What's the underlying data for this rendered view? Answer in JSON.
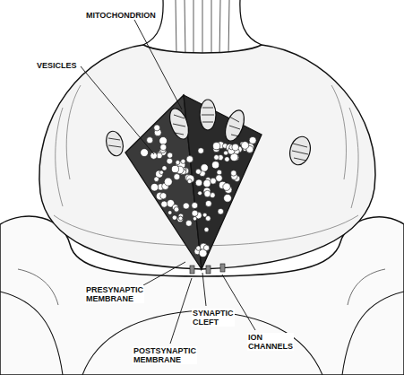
{
  "diagram": {
    "labels": [
      "MITOCHONDRION",
      "VESICLES",
      "SYNAPTIC CLEFT",
      "ION CHANNELS",
      "PRESYNAPTIC MEMBRANE",
      "POSTSYNAPTIC MEMBRANE"
    ]
  }
}
